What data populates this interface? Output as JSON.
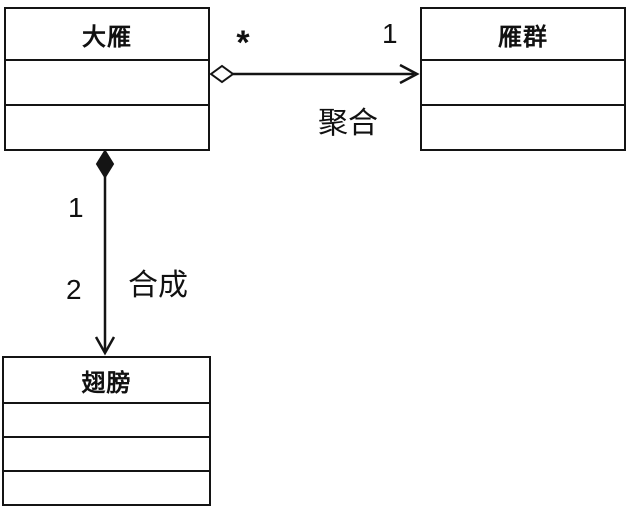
{
  "diagram": {
    "classes": {
      "goose": {
        "name": "大雁"
      },
      "flock": {
        "name": "雁群"
      },
      "wings": {
        "name": "翅膀"
      }
    },
    "relations": {
      "aggregation": {
        "label": "聚合",
        "source_multiplicity": "*",
        "target_multiplicity": "1"
      },
      "composition": {
        "label": "合成",
        "source_multiplicity": "1",
        "target_multiplicity": "2"
      }
    },
    "colors": {
      "line": "#141414",
      "background": "#ffffff"
    }
  }
}
